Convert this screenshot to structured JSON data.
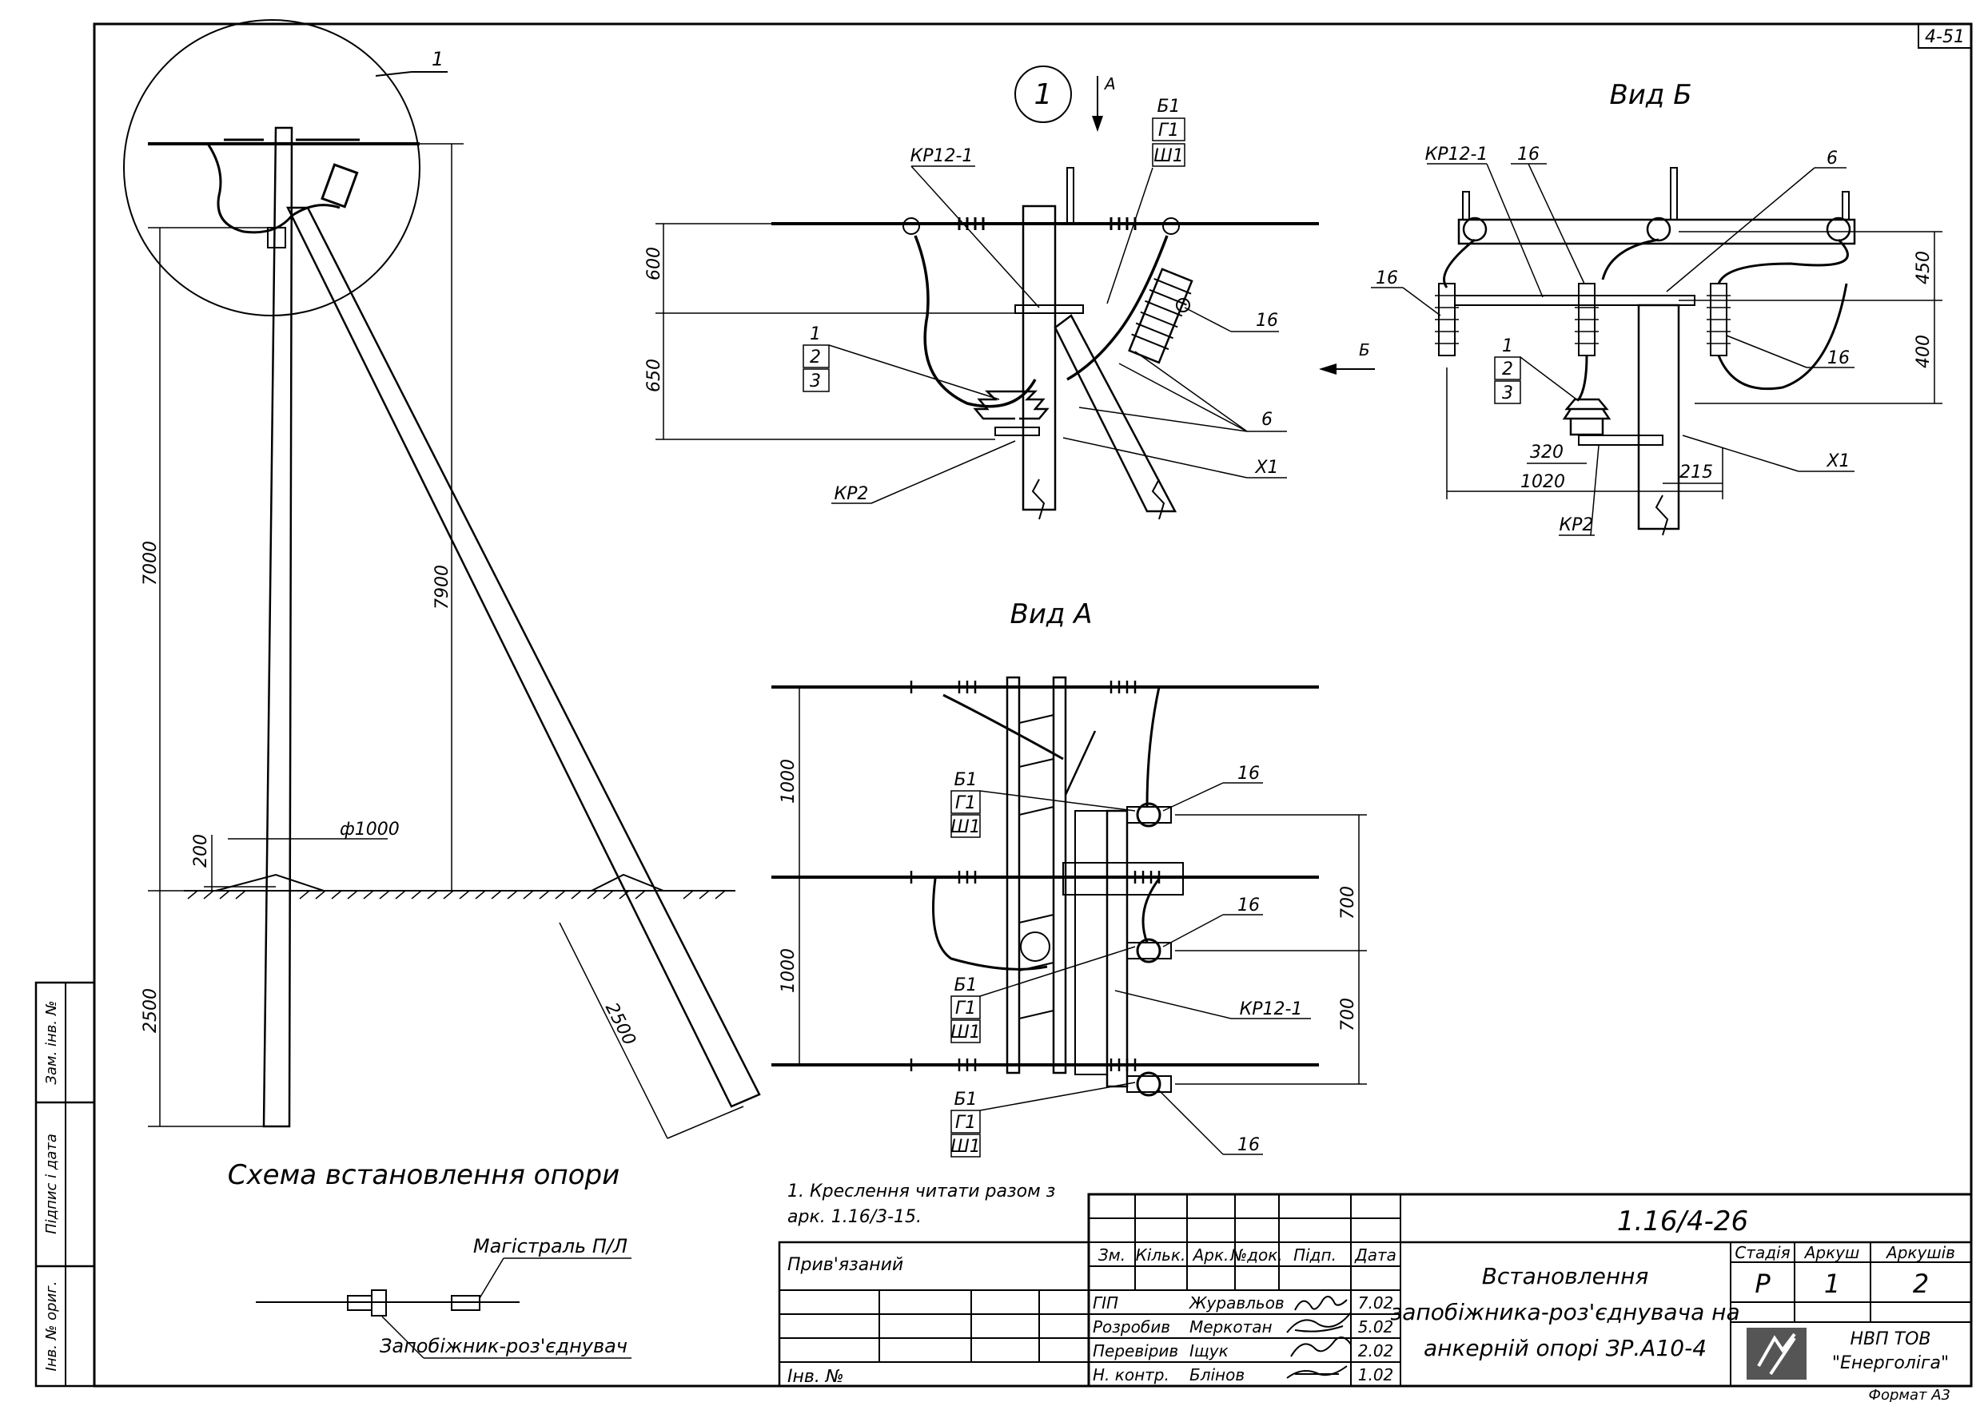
{
  "sheet_ref": "4-51",
  "format_label": "Формат А3",
  "left_view": {
    "title": "Схема встановлення опори",
    "callout": "1",
    "dims": {
      "d7000": "7000",
      "d7900": "7900",
      "d2500": "2500",
      "d2500_brace": "2500",
      "d200": "200",
      "d1000": "ф1000"
    }
  },
  "wiring_scheme": {
    "main_label": "Магістраль П/Л",
    "device_label": "Запобіжник-роз'єднувач"
  },
  "detail_1": {
    "circle_num": "1",
    "arrow_a": "А",
    "arrow_b": "Б",
    "labels": {
      "kr12_1": "КР12-1",
      "b1": "Б1",
      "g1": "Г1",
      "sh1": "Ш1",
      "n16": "16",
      "n1": "1",
      "n2": "2",
      "n3": "3",
      "n6": "6",
      "x1": "Х1",
      "kr2": "КР2"
    },
    "dims": {
      "d600": "600",
      "d650": "650"
    }
  },
  "view_b": {
    "title": "Вид Б",
    "labels": {
      "kr12_1": "КР12-1",
      "n16a": "16",
      "n6": "6",
      "n16b": "16",
      "n16c": "16",
      "n1": "1",
      "n2": "2",
      "n3": "3",
      "x1": "Х1",
      "kr2": "КР2"
    },
    "dims": {
      "d450": "450",
      "d400": "400",
      "d320": "320",
      "d1020": "1020",
      "d215": "215"
    }
  },
  "view_a": {
    "title": "Вид А",
    "labels": {
      "b1a": "Б1",
      "g1a": "Г1",
      "sh1a": "Ш1",
      "n16a": "16",
      "n16b": "16",
      "b1b": "Б1",
      "g1b": "Г1",
      "sh1b": "Ш1",
      "kr12_1": "КР12-1",
      "b1c": "Б1",
      "g1c": "Г1",
      "sh1c": "Ш1",
      "n16c": "16"
    },
    "dims": {
      "d1000a": "1000",
      "d1000b": "1000",
      "d700a": "700",
      "d700b": "700"
    }
  },
  "note": {
    "line1": "1. Креслення читати разом з",
    "line2": "арк. 1.16/3-15."
  },
  "side_stamp": {
    "zam_inv": "Зам. інв. №",
    "pidpys": "Підпис і дата",
    "inv_pidl": "Інв. № ориг."
  },
  "title_block": {
    "doc_code": "1.16/4-26",
    "pryvyazanyi": "Прив'язаний",
    "inv_no": "Інв. №",
    "headers": {
      "zm": "Зм.",
      "kilk": "Кільк.",
      "ark": "Арк.",
      "ndok": "№док.",
      "pidp": "Підп.",
      "data": "Дата"
    },
    "roles": [
      {
        "role": "ГІП",
        "name": "Журавльов",
        "date": "7.02"
      },
      {
        "role": "Розробив",
        "name": "Меркотан",
        "date": "5.02"
      },
      {
        "role": "Перевірив",
        "name": "Іщук",
        "date": "2.02"
      },
      {
        "role": "Н. контр.",
        "name": "Блінов",
        "date": "1.02"
      }
    ],
    "title_lines": [
      "Встановлення",
      "запобіжника-роз'єднувача на",
      "анкерній опорі ЗР.А10-4"
    ],
    "stage_header": "Стадія",
    "sheet_header": "Аркуш",
    "sheets_header": "Аркушів",
    "stage": "Р",
    "sheet": "1",
    "sheets": "2",
    "org_line1": "НВП ТОВ",
    "org_line2": "\"Енерголіга\""
  }
}
